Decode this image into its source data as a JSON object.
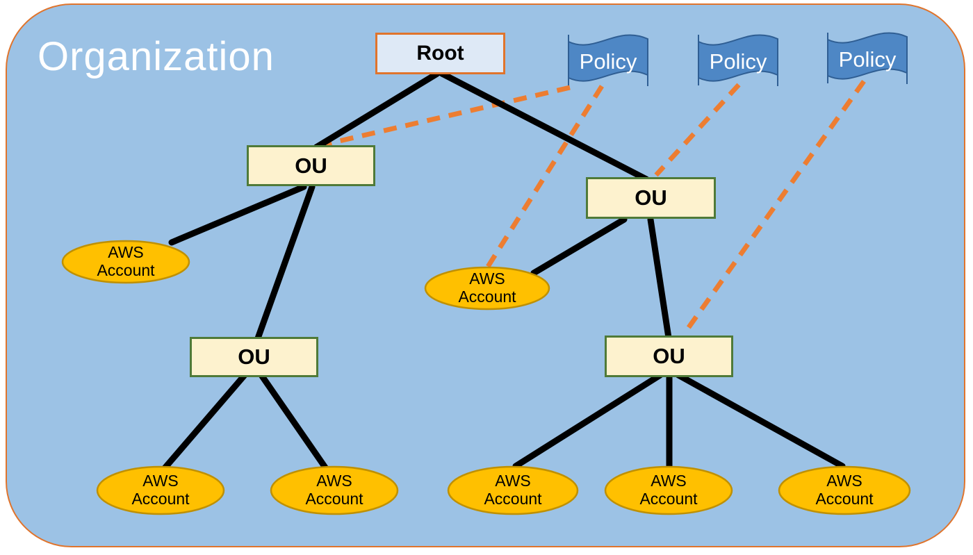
{
  "title": "Organization",
  "root": {
    "id": "root",
    "label": "Root"
  },
  "ous": [
    {
      "id": "ou-upper-left",
      "label": "OU"
    },
    {
      "id": "ou-upper-right",
      "label": "OU"
    },
    {
      "id": "ou-lower-left",
      "label": "OU"
    },
    {
      "id": "ou-lower-right",
      "label": "OU"
    }
  ],
  "accounts": [
    {
      "id": "account-1",
      "label": "AWS Account"
    },
    {
      "id": "account-2",
      "label": "AWS Account"
    },
    {
      "id": "account-3",
      "label": "AWS Account"
    },
    {
      "id": "account-4",
      "label": "AWS Account"
    },
    {
      "id": "account-5",
      "label": "AWS Account"
    },
    {
      "id": "account-6",
      "label": "AWS Account"
    },
    {
      "id": "account-7",
      "label": "AWS Account"
    }
  ],
  "policies": [
    {
      "id": "policy-1",
      "label": "Policy"
    },
    {
      "id": "policy-2",
      "label": "Policy"
    },
    {
      "id": "policy-3",
      "label": "Policy"
    }
  ],
  "edges": {
    "hierarchy": [
      {
        "from": "root",
        "to": "ou-upper-left"
      },
      {
        "from": "root",
        "to": "ou-upper-right"
      },
      {
        "from": "ou-upper-left",
        "to": "account-1"
      },
      {
        "from": "ou-upper-left",
        "to": "ou-lower-left"
      },
      {
        "from": "ou-lower-left",
        "to": "account-3"
      },
      {
        "from": "ou-lower-left",
        "to": "account-4"
      },
      {
        "from": "ou-upper-right",
        "to": "account-2"
      },
      {
        "from": "ou-upper-right",
        "to": "ou-lower-right"
      },
      {
        "from": "ou-lower-right",
        "to": "account-5"
      },
      {
        "from": "ou-lower-right",
        "to": "account-6"
      },
      {
        "from": "ou-lower-right",
        "to": "account-7"
      }
    ],
    "policy_attachments": [
      {
        "from": "policy-1",
        "to": "ou-upper-left"
      },
      {
        "from": "policy-1",
        "to": "account-2"
      },
      {
        "from": "policy-2",
        "to": "ou-upper-right"
      },
      {
        "from": "policy-3",
        "to": "ou-lower-right"
      }
    ]
  },
  "colors": {
    "canvas_fill": "#9CC2E5",
    "canvas_border": "#E0742C",
    "root_fill": "#DEE9F6",
    "root_border": "#E0742C",
    "ou_fill": "#FDF2CE",
    "ou_border": "#4F7A38",
    "account_fill": "#FFC000",
    "account_border": "#BF9000",
    "policy_fill": "#4E87C5",
    "policy_border": "#2F5E93",
    "hierarchy_edge": "#000000",
    "policy_edge": "#ED7D31",
    "title_text": "#FFFFFF"
  }
}
